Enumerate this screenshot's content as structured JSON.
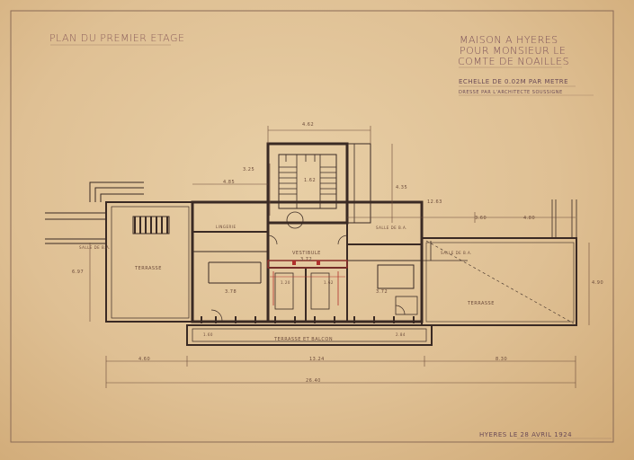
{
  "sheet": {
    "plan_title": "PLAN DU PREMIER ETAGE",
    "project_line1": "MAISON A HYERES",
    "project_line2": "POUR MONSIEUR LE",
    "project_line3": "COMTE DE NOAILLES",
    "scale": "ECHELLE DE 0.02M PAR METRE",
    "drawn_by": "DRESSE PAR L'ARCHITECTE SOUSSIGNE",
    "date": "HYERES LE 28 AVRIL 1924"
  },
  "rooms": {
    "terrasse_left": "TERRASSE",
    "terrasse_right": "TERRASSE",
    "vestibule": "VESTIBULE",
    "balcon": "TERRASSE ET BALCON",
    "bath_left": "SALLE DE B.A.",
    "bath_right": "SALLE DE B.A.",
    "bath_top": "SALLE DE B.A.",
    "lingerie": "LINGERIE"
  },
  "dimensions": {
    "d_top": "4.62",
    "d_stair_h": "3.25",
    "d_left_h": "6.97",
    "d_right_h": "4.90",
    "d_vest": "3.72",
    "d_room_l": "3.78",
    "d_room_r": "3.72",
    "d_upper": "12.63",
    "d_seg1": "3.60",
    "d_seg2": "4.80",
    "d_bottom_left": "4.60",
    "d_bottom_mid": "13.24",
    "d_bottom_right": "8.30",
    "d_total": "26.40",
    "d_top_left": "4.85",
    "d_top_mid": "4.35",
    "d_stair_w": "1.62",
    "d_small1": "1.20",
    "d_small2": "1.62",
    "d_small3": "1.60",
    "d_small4": "2.84"
  },
  "colors": {
    "paper": "#e2c79c",
    "ink": "#6b4a3a",
    "wall": "#3a2a24",
    "red_ink": "#b0302c"
  }
}
